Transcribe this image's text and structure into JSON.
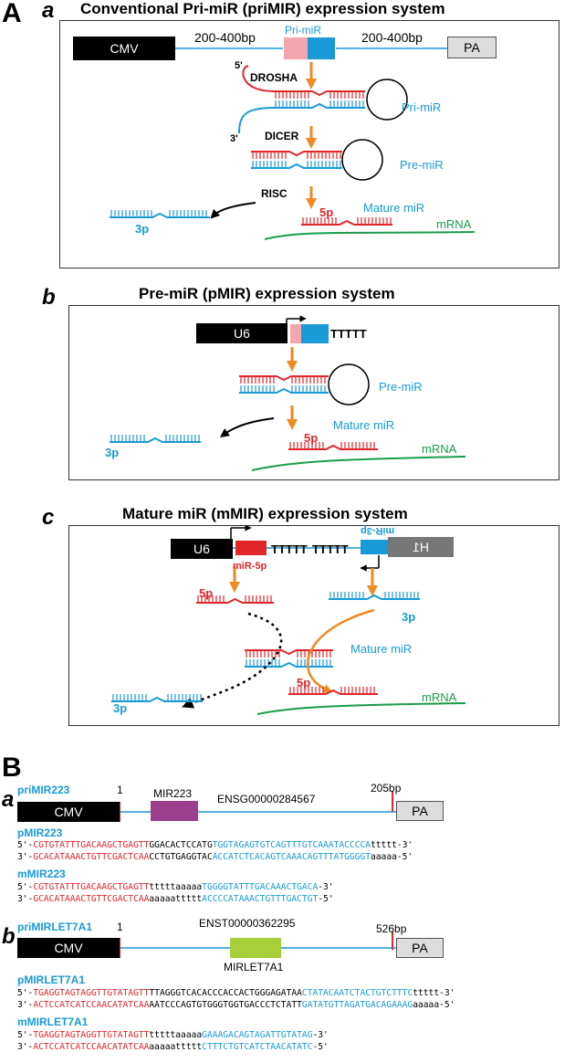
{
  "panelA": {
    "letter": "A",
    "a": {
      "letter": "a",
      "title": "Conventional Pri-miR (priMIR) expression system",
      "cmv": "CMV",
      "len_left": "200-400bp",
      "len_right": "200-400bp",
      "primir_box": "Pri-miR",
      "pa": "PA",
      "drosha": "DROSHA",
      "dicer": "DICER",
      "risc": "RISC",
      "primir_label": "Pri-miR",
      "premir_label": "Pre-miR",
      "mature_label": "Mature miR",
      "p5": "5p",
      "p3": "3p",
      "mrna": "mRNA",
      "five": "5'",
      "three": "3'"
    },
    "b": {
      "letter": "b",
      "title": "Pre-miR (pMIR) expression system",
      "u6": "U6",
      "tttt": "TTTTT",
      "premir_label": "Pre-miR",
      "mature_label": "Mature miR",
      "p5": "5p",
      "p3": "3p",
      "mrna": "mRNA"
    },
    "c": {
      "letter": "c",
      "title": "Mature miR (mMIR) expression system",
      "u6": "U6",
      "h1": "H1",
      "tttt": "TTTTT",
      "mir5p": "miR-5p",
      "mir3p": "miR-3p",
      "mature_label": "Mature miR",
      "p5": "5p",
      "p3": "3p",
      "mrna": "mRNA"
    }
  },
  "panelB": {
    "letter": "B",
    "a": {
      "letter": "a",
      "name": "priMIR223",
      "pos1": "1",
      "cmv": "CMV",
      "gene": "MIR223",
      "ensg": "ENSG00000284567",
      "end": "205bp",
      "pa": "PA",
      "p_label": "pMIR223",
      "p_line1": [
        "5'-",
        "CGTGTATTTGACAAGCTGAGTT",
        "GGACACTCCATG",
        "TGGTAGAGTGTCAGTTTGTCAAATACCCCA",
        "ttttt-3'"
      ],
      "p_line2": [
        "3'-",
        "GCACATAAACTGTTCGACTCAA",
        "CCTGTGAGGTAC",
        "ACCATCTCACAGTCAAACAGTTTATGGGGT",
        "aaaaa-5'"
      ],
      "m_label": "mMIR223",
      "m_line1": [
        "5'-",
        "CGTGTATTTGACAAGCTGAGTT",
        "tttttaaaaa",
        "TGGGGTATTTGACAAACTGACA",
        "-3'"
      ],
      "m_line2": [
        "3'-",
        "GCACATAAACTGTTCGACTCAA",
        "aaaaattttt",
        "ACCCCATAAACTGTTTGACTGT",
        "-5'"
      ]
    },
    "b": {
      "letter": "b",
      "name": "priMIRLET7A1",
      "pos1": "1",
      "cmv": "CMV",
      "enst": "ENST00000362295",
      "gene": "MIRLET7A1",
      "end": "526bp",
      "pa": "PA",
      "p_label": "pMIRLET7A1",
      "p_line1": [
        "5'-",
        "TGAGGTAGTAGGTTGTATAGTT",
        "TTAGGGTCACACCCACCACTGGGAGATAA",
        "CTATACAATCTACTGTCTTTC",
        "ttttt-3'"
      ],
      "p_line2": [
        "3'-",
        "ACTCCATCATCCAACATATCAA",
        "AATCCCAGTGTGGGTGGTGACCCTCTATT",
        "GATATGTTAGATGACAGAAAG",
        "aaaaa-5'"
      ],
      "m_label": "mMIRLET7A1",
      "m_line1": [
        "5'-",
        "TGAGGTAGTAGGTTGTATAGTT",
        "tttttaaaaa",
        "GAAAGACAGTAGATTGTATAG",
        "-3'"
      ],
      "m_line2": [
        "3'-",
        "ACTCCATCATCCAACATATCAA",
        "aaaaattttt",
        "CTTTCTGTCATCTAACATATC",
        "-5'"
      ]
    }
  },
  "colors": {
    "red": "#e0262a",
    "blue": "#1a9ad6",
    "green": "#1a9c4a",
    "orange": "#f08a24",
    "pink": "#f4a6b0",
    "purple": "#9c3f8c",
    "lime": "#a6cf3a"
  }
}
